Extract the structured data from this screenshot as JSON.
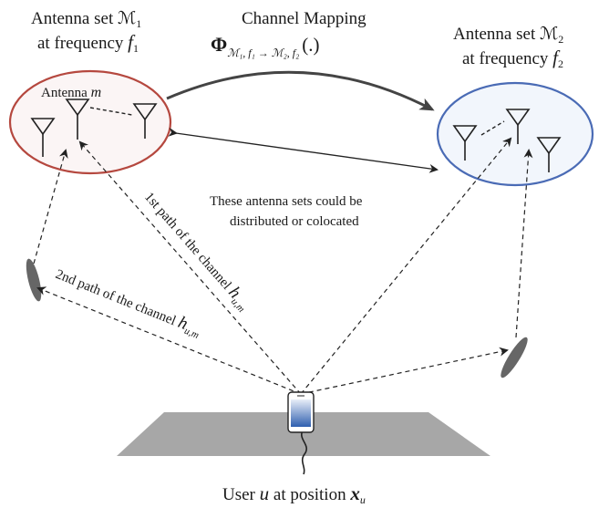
{
  "labels": {
    "set1_line1": "Antenna set ℳ",
    "set1_sub": "1",
    "set1_line2": "at frequency ",
    "set1_f": "f",
    "set1_fsub": "1",
    "set2_line1": "Antenna set ℳ",
    "set2_sub": "2",
    "set2_line2": "at frequency ",
    "set2_f": "f",
    "set2_fsub": "2",
    "mapping_title": "Channel Mapping",
    "mapping_phi": "Φ",
    "mapping_sub": "ℳ₁, f₁ → ℳ₂, f₂",
    "mapping_arg": "(.)",
    "antenna_m_label": "Antenna ",
    "antenna_m_var": "m",
    "note_line1": "These antenna sets could be",
    "note_line2": "distributed or colocated",
    "path1_label": "1st path of the channel ",
    "path2_label": "2nd path of the channel ",
    "h": "h",
    "h_sub": "u,m",
    "user_label": "User ",
    "user_var": "u",
    "user_mid": " at position ",
    "user_x": "x",
    "user_xsub": "u"
  },
  "colors": {
    "set1_stroke": "#b5483f",
    "set1_fill": "#fbf5f5",
    "set2_stroke": "#4a6bb5",
    "set2_fill": "#f2f6fc",
    "ground": "#a7a7a7",
    "reflector": "#666666",
    "phone_screen_top": "#e8eef8",
    "phone_screen_bottom": "#2f5faf"
  }
}
